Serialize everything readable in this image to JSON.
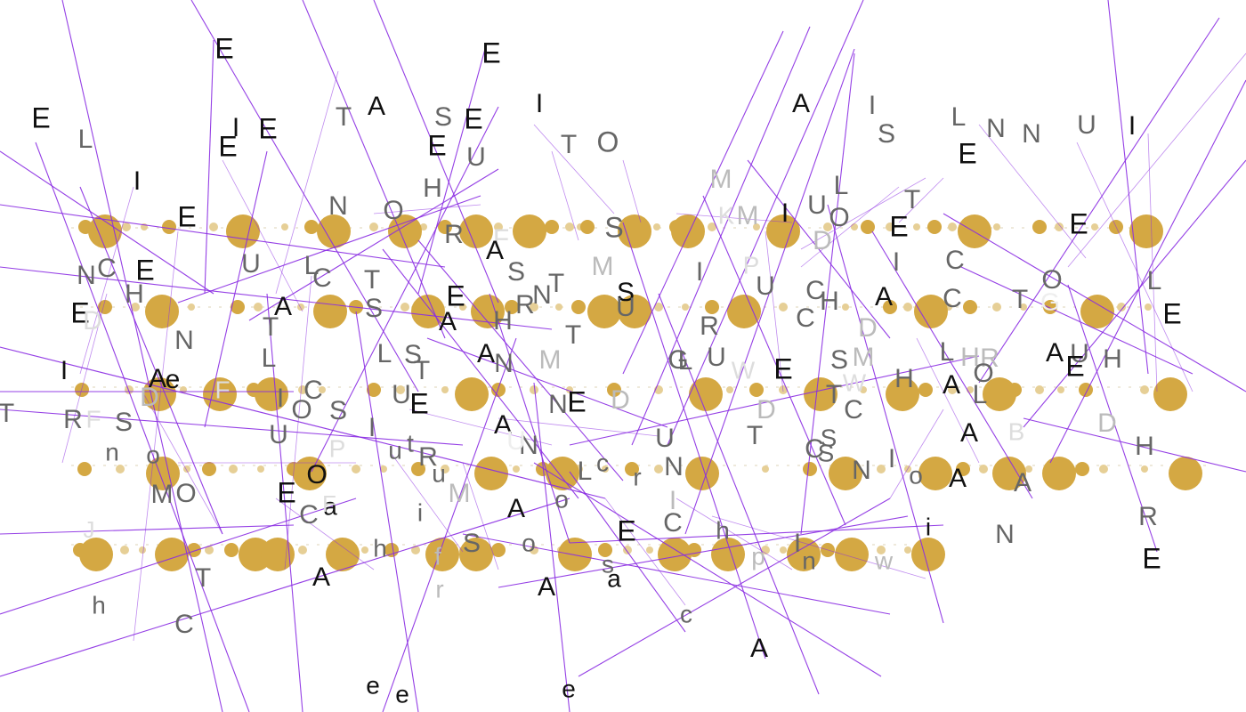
{
  "palette": {
    "background": "#ffffff",
    "line": "#8a2be2",
    "dot": "#d4a843",
    "dot_light": "#e6cf96",
    "text_dark": "#111111",
    "text_mid": "#666666",
    "text_light": "#bbbbbb",
    "text_faint": "#dddddd"
  },
  "texts": [
    [
      "E",
      252,
      57,
      32,
      0
    ],
    [
      "E",
      552,
      62,
      32,
      0
    ],
    [
      "A",
      423,
      121,
      30,
      0
    ],
    [
      "T",
      386,
      133,
      30,
      1
    ],
    [
      "S",
      498,
      133,
      30,
      1
    ],
    [
      "E",
      532,
      136,
      32,
      0
    ],
    [
      "I",
      606,
      118,
      30,
      0
    ],
    [
      "T",
      639,
      164,
      30,
      1
    ],
    [
      "O",
      683,
      162,
      32,
      1
    ],
    [
      "A",
      900,
      118,
      30,
      0
    ],
    [
      "I",
      980,
      120,
      30,
      1
    ],
    [
      "S",
      996,
      152,
      30,
      1
    ],
    [
      "L",
      1077,
      133,
      30,
      1
    ],
    [
      "N",
      1119,
      146,
      30,
      1
    ],
    [
      "N",
      1159,
      152,
      30,
      1
    ],
    [
      "U",
      1221,
      142,
      30,
      1
    ],
    [
      "I",
      1272,
      143,
      30,
      0
    ],
    [
      "E",
      1087,
      175,
      32,
      0
    ],
    [
      "E",
      46,
      135,
      32,
      0
    ],
    [
      "L",
      96,
      158,
      30,
      1
    ],
    [
      "I",
      265,
      145,
      30,
      0
    ],
    [
      "E",
      301,
      147,
      32,
      0
    ],
    [
      "E",
      256,
      167,
      32,
      0
    ],
    [
      "E",
      491,
      166,
      32,
      0
    ],
    [
      "U",
      535,
      178,
      30,
      1
    ],
    [
      "I",
      154,
      205,
      30,
      0
    ],
    [
      "H",
      486,
      213,
      30,
      1
    ],
    [
      "M",
      810,
      203,
      30,
      2
    ],
    [
      "L",
      945,
      210,
      30,
      1
    ],
    [
      "T",
      1025,
      226,
      30,
      1
    ],
    [
      "U",
      918,
      232,
      30,
      1
    ],
    [
      "E",
      210,
      246,
      32,
      0
    ],
    [
      "N",
      380,
      233,
      30,
      1
    ],
    [
      "O",
      442,
      238,
      30,
      1
    ],
    [
      "S",
      690,
      258,
      32,
      1
    ],
    [
      "K",
      816,
      244,
      28,
      3
    ],
    [
      "M",
      840,
      244,
      30,
      2
    ],
    [
      "I",
      882,
      241,
      30,
      0
    ],
    [
      "O",
      943,
      246,
      30,
      1
    ],
    [
      "E",
      1010,
      257,
      32,
      0
    ],
    [
      "E",
      1212,
      254,
      32,
      0
    ],
    [
      "R",
      510,
      265,
      30,
      1
    ],
    [
      "F",
      563,
      270,
      30,
      3
    ],
    [
      "A",
      556,
      283,
      30,
      0
    ],
    [
      "D",
      924,
      272,
      30,
      2
    ],
    [
      "U",
      282,
      298,
      30,
      1
    ],
    [
      "L",
      350,
      300,
      30,
      1
    ],
    [
      "S",
      580,
      307,
      30,
      1
    ],
    [
      "M",
      677,
      301,
      30,
      2
    ],
    [
      "I",
      786,
      307,
      30,
      1
    ],
    [
      "P",
      844,
      300,
      28,
      3
    ],
    [
      "I",
      1007,
      296,
      30,
      1
    ],
    [
      "C",
      1073,
      294,
      30,
      1
    ],
    [
      "N",
      97,
      311,
      30,
      1
    ],
    [
      "C",
      120,
      303,
      30,
      1
    ],
    [
      "E",
      163,
      306,
      32,
      0
    ],
    [
      "C",
      362,
      314,
      30,
      1
    ],
    [
      "T",
      418,
      316,
      30,
      1
    ],
    [
      "N",
      609,
      333,
      30,
      1
    ],
    [
      "T",
      625,
      320,
      30,
      1
    ],
    [
      "O",
      1182,
      316,
      30,
      1
    ],
    [
      "L",
      1297,
      317,
      30,
      1
    ],
    [
      "H",
      151,
      332,
      30,
      1
    ],
    [
      "A",
      318,
      346,
      30,
      0
    ],
    [
      "S",
      420,
      348,
      30,
      1
    ],
    [
      "E",
      512,
      335,
      32,
      0
    ],
    [
      "R",
      590,
      344,
      30,
      1
    ],
    [
      "S",
      703,
      330,
      30,
      0
    ],
    [
      "U",
      703,
      347,
      30,
      1
    ],
    [
      "U",
      860,
      323,
      30,
      1
    ],
    [
      "C",
      916,
      328,
      30,
      1
    ],
    [
      "H",
      932,
      340,
      30,
      1
    ],
    [
      "A",
      993,
      335,
      30,
      0
    ],
    [
      "C",
      1070,
      337,
      30,
      1
    ],
    [
      "T",
      1146,
      338,
      30,
      1
    ],
    [
      "G",
      1180,
      341,
      28,
      4
    ],
    [
      "E",
      90,
      354,
      32,
      0
    ],
    [
      "D",
      104,
      362,
      30,
      3
    ],
    [
      "E",
      1317,
      355,
      32,
      0
    ],
    [
      "A",
      503,
      363,
      30,
      0
    ],
    [
      "H",
      565,
      362,
      30,
      1
    ],
    [
      "C",
      905,
      359,
      30,
      1
    ],
    [
      "R",
      797,
      368,
      30,
      1
    ],
    [
      "D",
      975,
      370,
      30,
      2
    ],
    [
      "T",
      304,
      369,
      30,
      1
    ],
    [
      "N",
      207,
      384,
      30,
      1
    ],
    [
      "T",
      644,
      378,
      30,
      1
    ],
    [
      "I",
      72,
      418,
      30,
      0
    ],
    [
      "L",
      302,
      404,
      30,
      1
    ],
    [
      "L",
      432,
      399,
      30,
      1
    ],
    [
      "S",
      464,
      400,
      30,
      1
    ],
    [
      "A",
      546,
      399,
      30,
      0
    ],
    [
      "N",
      566,
      410,
      30,
      1
    ],
    [
      "M",
      618,
      406,
      30,
      2
    ],
    [
      "G",
      762,
      406,
      30,
      1
    ],
    [
      "L",
      770,
      407,
      30,
      1
    ],
    [
      "U",
      805,
      403,
      30,
      1
    ],
    [
      "W",
      835,
      418,
      28,
      3
    ],
    [
      "E",
      880,
      417,
      32,
      0
    ],
    [
      "S",
      943,
      406,
      30,
      1
    ],
    [
      "M",
      970,
      403,
      30,
      2
    ],
    [
      "L",
      1064,
      397,
      30,
      1
    ],
    [
      "H",
      1090,
      403,
      30,
      2
    ],
    [
      "R",
      1112,
      404,
      30,
      2
    ],
    [
      "O",
      1105,
      421,
      30,
      1
    ],
    [
      "A",
      1185,
      398,
      30,
      0
    ],
    [
      "U",
      1213,
      399,
      30,
      1
    ],
    [
      "E",
      1208,
      414,
      32,
      0
    ],
    [
      "H",
      1250,
      405,
      30,
      1
    ],
    [
      "A",
      177,
      427,
      30,
      0
    ],
    [
      "e",
      194,
      428,
      30,
      0
    ],
    [
      "T",
      474,
      418,
      30,
      1
    ],
    [
      "D",
      168,
      448,
      30,
      2
    ],
    [
      "F",
      250,
      440,
      28,
      3
    ],
    [
      "I",
      315,
      449,
      30,
      1
    ],
    [
      "C",
      352,
      440,
      30,
      1
    ],
    [
      "O",
      339,
      462,
      30,
      1
    ],
    [
      "S",
      380,
      463,
      30,
      1
    ],
    [
      "U",
      451,
      445,
      30,
      1
    ],
    [
      "E",
      471,
      456,
      32,
      0
    ],
    [
      "E",
      648,
      454,
      32,
      0
    ],
    [
      "N",
      627,
      456,
      30,
      1
    ],
    [
      "D",
      697,
      451,
      30,
      2
    ],
    [
      "W",
      960,
      432,
      28,
      3
    ],
    [
      "T",
      937,
      445,
      30,
      1
    ],
    [
      "C",
      959,
      462,
      30,
      1
    ],
    [
      "H",
      1016,
      427,
      30,
      1
    ],
    [
      "A",
      1069,
      434,
      30,
      0
    ],
    [
      "L",
      1101,
      445,
      30,
      1
    ],
    [
      "T",
      7,
      466,
      30,
      1
    ],
    [
      "R",
      82,
      473,
      30,
      1
    ],
    [
      "F",
      105,
      473,
      28,
      3
    ],
    [
      "S",
      139,
      476,
      30,
      1
    ],
    [
      "D",
      861,
      462,
      30,
      2
    ],
    [
      "D",
      1244,
      477,
      30,
      2
    ],
    [
      "I",
      418,
      482,
      30,
      1
    ],
    [
      "A",
      565,
      479,
      30,
      0
    ],
    [
      "N",
      594,
      502,
      30,
      1
    ],
    [
      "U",
      313,
      490,
      30,
      1
    ],
    [
      "U",
      747,
      494,
      30,
      1
    ],
    [
      "T",
      848,
      491,
      30,
      1
    ],
    [
      "A",
      1089,
      488,
      30,
      0
    ],
    [
      "B",
      1142,
      487,
      28,
      3
    ],
    [
      "C",
      915,
      506,
      30,
      1
    ],
    [
      "S",
      931,
      494,
      28,
      1
    ],
    [
      "H",
      1286,
      503,
      30,
      1
    ],
    [
      "n",
      126,
      510,
      28,
      1
    ],
    [
      "o",
      172,
      513,
      28,
      1
    ],
    [
      "P",
      379,
      506,
      28,
      3
    ],
    [
      "t",
      461,
      500,
      28,
      1
    ],
    [
      "u",
      444,
      508,
      28,
      1
    ],
    [
      "R",
      481,
      515,
      30,
      1
    ],
    [
      "U",
      580,
      497,
      30,
      4
    ],
    [
      "N",
      757,
      526,
      30,
      1
    ],
    [
      "L",
      657,
      531,
      30,
      1
    ],
    [
      "c",
      677,
      522,
      28,
      1
    ],
    [
      "S",
      928,
      511,
      28,
      1
    ],
    [
      "I",
      1002,
      517,
      30,
      1
    ],
    [
      "N",
      968,
      530,
      30,
      1
    ],
    [
      "o",
      1029,
      536,
      28,
      1
    ],
    [
      "A",
      1076,
      539,
      30,
      0
    ],
    [
      "u",
      493,
      534,
      28,
      1
    ],
    [
      "O",
      356,
      535,
      30,
      0
    ],
    [
      "r",
      716,
      538,
      28,
      1
    ],
    [
      "A",
      1149,
      544,
      30,
      1
    ],
    [
      "M",
      182,
      557,
      30,
      1
    ],
    [
      "O",
      209,
      556,
      30,
      1
    ],
    [
      "E",
      322,
      556,
      32,
      0
    ],
    [
      "M",
      516,
      556,
      30,
      2
    ],
    [
      "o",
      631,
      563,
      28,
      1
    ],
    [
      "C",
      347,
      580,
      30,
      1
    ],
    [
      "a",
      371,
      571,
      28,
      0
    ],
    [
      "F",
      370,
      568,
      26,
      3
    ],
    [
      "A",
      580,
      573,
      30,
      0
    ],
    [
      "i",
      472,
      578,
      28,
      1
    ],
    [
      "I",
      756,
      564,
      30,
      2
    ],
    [
      "R",
      1290,
      582,
      30,
      1
    ],
    [
      "C",
      756,
      589,
      30,
      1
    ],
    [
      "E",
      704,
      599,
      32,
      0
    ],
    [
      "h",
      812,
      598,
      28,
      1
    ],
    [
      "i",
      1043,
      594,
      28,
      0
    ],
    [
      "N",
      1129,
      602,
      30,
      1
    ],
    [
      "J",
      100,
      597,
      26,
      3
    ],
    [
      "S",
      530,
      612,
      30,
      1
    ],
    [
      "o",
      594,
      612,
      28,
      1
    ],
    [
      "E",
      1294,
      630,
      32,
      0
    ],
    [
      "h",
      427,
      618,
      28,
      1
    ],
    [
      "I",
      896,
      612,
      30,
      1
    ],
    [
      "f",
      492,
      627,
      28,
      2
    ],
    [
      "p",
      852,
      627,
      28,
      2
    ],
    [
      "n",
      909,
      632,
      28,
      1
    ],
    [
      "w",
      993,
      632,
      28,
      2
    ],
    [
      "T",
      228,
      651,
      30,
      1
    ],
    [
      "A",
      361,
      650,
      30,
      0
    ],
    [
      "s",
      683,
      636,
      28,
      1
    ],
    [
      "a",
      690,
      652,
      28,
      0
    ],
    [
      "A",
      614,
      661,
      30,
      0
    ],
    [
      "r",
      494,
      664,
      28,
      2
    ],
    [
      "h",
      111,
      682,
      28,
      1
    ],
    [
      "c",
      771,
      692,
      28,
      1
    ],
    [
      "C",
      207,
      703,
      30,
      1
    ],
    [
      "A",
      853,
      730,
      30,
      0
    ],
    [
      "e",
      419,
      772,
      28,
      0
    ],
    [
      "e",
      452,
      782,
      28,
      0
    ],
    [
      "e",
      639,
      776,
      28,
      0
    ]
  ]
}
